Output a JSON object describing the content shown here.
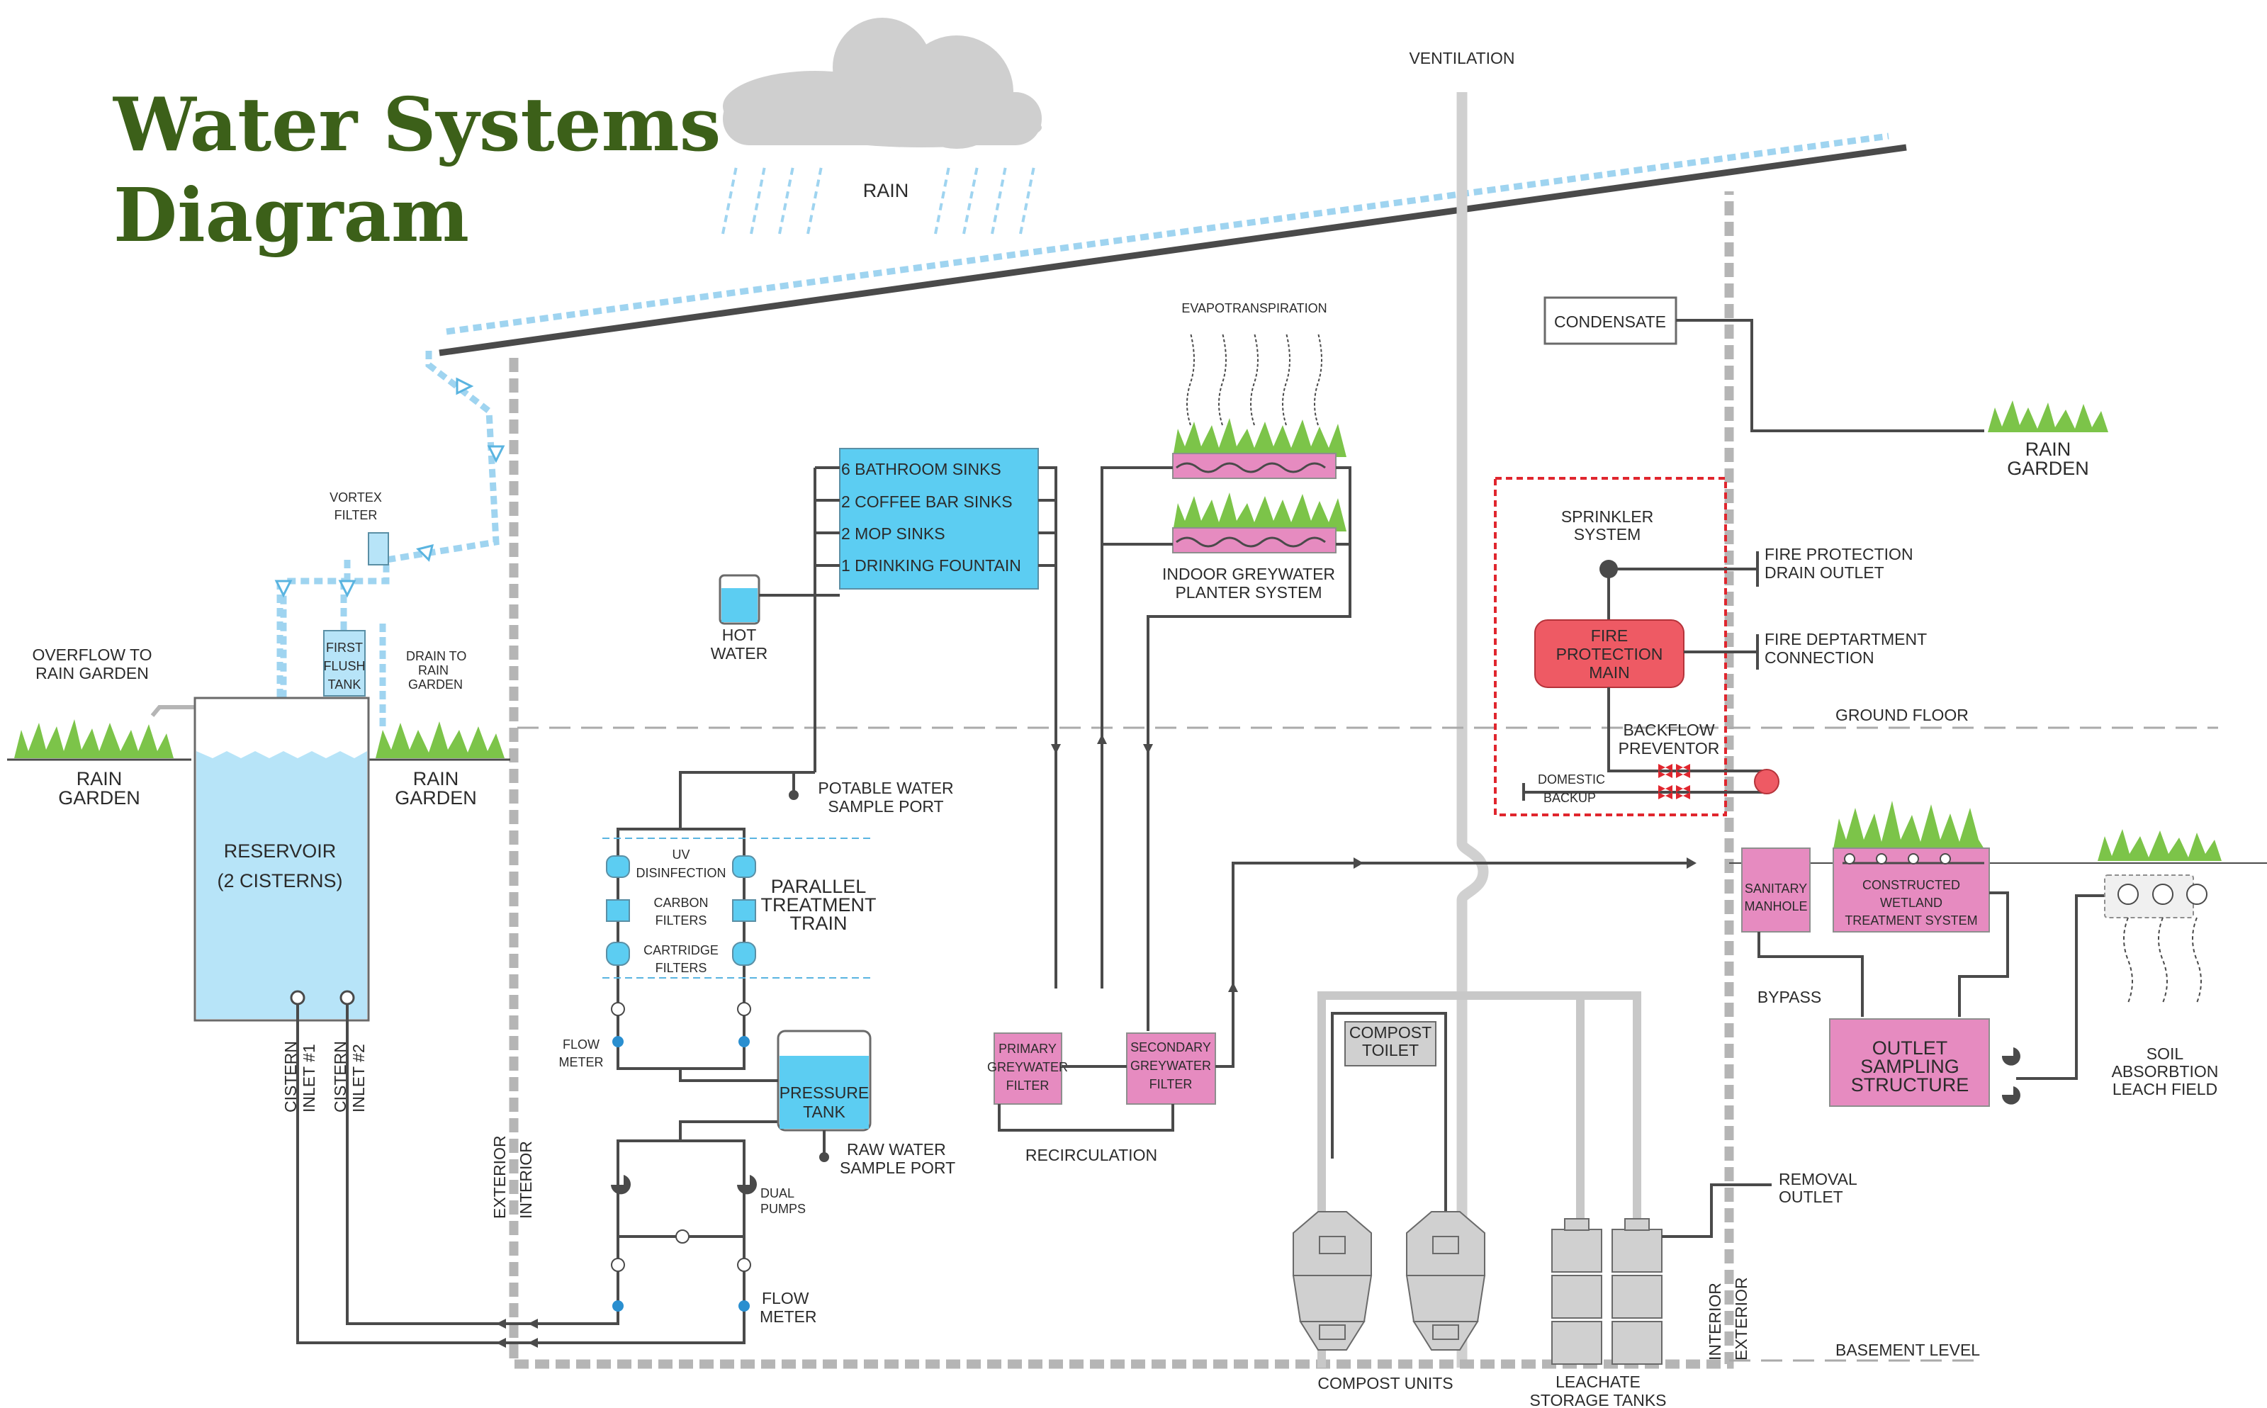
{
  "title": {
    "line1": "Water Systems",
    "line2": "Diagram"
  },
  "labels": {
    "rain": "RAIN",
    "ventilation": "VENTILATION",
    "vortex_filter": [
      "VORTEX",
      "FILTER"
    ],
    "first_flush_tank": [
      "FIRST",
      "FLUSH",
      "TANK"
    ],
    "drain_to_rain_garden": [
      "DRAIN TO",
      "RAIN",
      "GARDEN"
    ],
    "overflow_to_rain_garden": [
      "OVERFLOW TO",
      "RAIN GARDEN"
    ],
    "rain_garden_left": [
      "RAIN",
      "GARDEN"
    ],
    "rain_garden_mid": [
      "RAIN",
      "GARDEN"
    ],
    "reservoir": [
      "RESERVOIR",
      "(2 CISTERNS)"
    ],
    "cistern_inlet_1": [
      "CISTERN",
      "INLET #1"
    ],
    "cistern_inlet_2": [
      "CISTERN",
      "INLET #2"
    ],
    "exterior": "EXTERIOR",
    "interior": "INTERIOR",
    "hot_water": [
      "HOT",
      "WATER"
    ],
    "fixtures": [
      "6 BATHROOM SINKS",
      "2 COFFEE BAR SINKS",
      "2 MOP SINKS",
      "1 DRINKING FOUNTAIN"
    ],
    "potable_sample_port": [
      "POTABLE WATER",
      "SAMPLE PORT"
    ],
    "uv_disinfection": [
      "UV",
      "DISINFECTION"
    ],
    "carbon_filters": [
      "CARBON",
      "FILTERS"
    ],
    "cartridge_filters": [
      "CARTRIDGE",
      "FILTERS"
    ],
    "parallel_treatment_train": [
      "PARALLEL",
      "TREATMENT",
      "TRAIN"
    ],
    "flow_meter_upper": [
      "FLOW",
      "METER"
    ],
    "pressure_tank": [
      "PRESSURE",
      "TANK"
    ],
    "raw_sample_port": [
      "RAW WATER",
      "SAMPLE PORT"
    ],
    "dual_pumps": [
      "DUAL",
      "PUMPS"
    ],
    "flow_meter_lower": [
      "FLOW",
      "METER"
    ],
    "evapotranspiration": "EVAPOTRANSPIRATION",
    "indoor_planter": [
      "INDOOR GREYWATER",
      "PLANTER SYSTEM"
    ],
    "primary_filter": [
      "PRIMARY",
      "GREYWATER",
      "FILTER"
    ],
    "secondary_filter": [
      "SECONDARY",
      "GREYWATER",
      "FILTER"
    ],
    "recirculation": "RECIRCULATION",
    "compost_toilet": [
      "COMPOST",
      "TOILET"
    ],
    "compost_units": "COMPOST UNITS",
    "leachate_tanks": [
      "LEACHATE",
      "STORAGE TANKS"
    ],
    "condensate": "CONDENSATE",
    "rain_garden_right": [
      "RAIN",
      "GARDEN"
    ],
    "sprinkler_system": [
      "SPRINKLER",
      "SYSTEM"
    ],
    "fire_drain_outlet": [
      "FIRE PROTECTION",
      "DRAIN OUTLET"
    ],
    "fire_protection_main": [
      "FIRE",
      "PROTECTION",
      "MAIN"
    ],
    "fire_dept_connection": [
      "FIRE DEPTARTMENT",
      "CONNECTION"
    ],
    "backflow_preventor": [
      "BACKFLOW",
      "PREVENTOR"
    ],
    "domestic_backup": [
      "DOMESTIC",
      "BACKUP"
    ],
    "ground_floor": "GROUND FLOOR",
    "sanitary_manhole": [
      "SANITARY",
      "MANHOLE"
    ],
    "constructed_wetland": [
      "CONSTRUCTED",
      "WETLAND",
      "TREATMENT SYSTEM"
    ],
    "bypass": "BYPASS",
    "outlet_sampling": [
      "OUTLET",
      "SAMPLING",
      "STRUCTURE"
    ],
    "soil_absorption": [
      "SOIL",
      "ABSORBTION",
      "LEACH FIELD"
    ],
    "removal_outlet": [
      "REMOVAL",
      "OUTLET"
    ],
    "basement_level": "BASEMENT LEVEL"
  },
  "colors": {
    "title_green": "#3c6019",
    "water_blue": "#5ccdf2",
    "reservoir_blue": "#b7e4f8",
    "pink_box": "#e68bc0",
    "fire_red": "#ee5a64",
    "pipe_gray": "#4a4a4a"
  }
}
